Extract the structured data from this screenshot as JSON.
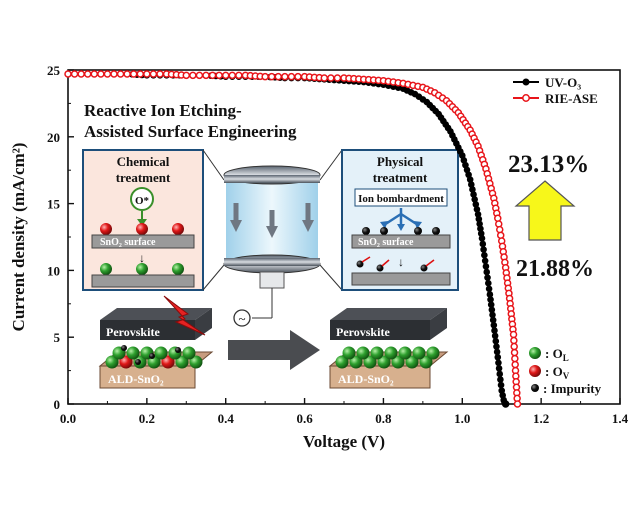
{
  "chart_data": {
    "type": "line",
    "xlabel": "Voltage (V)",
    "ylabel": "Current density (mA/cm²)",
    "xlim": [
      0.0,
      1.4
    ],
    "ylim": [
      0,
      25
    ],
    "x_ticks": [
      "0.0",
      "0.2",
      "0.4",
      "0.6",
      "0.8",
      "1.0",
      "1.2",
      "1.4"
    ],
    "y_ticks": [
      "0",
      "5",
      "10",
      "15",
      "20",
      "25"
    ],
    "legend_position": "top-right",
    "series": [
      {
        "name": "UV-O₃",
        "color": "#000000",
        "marker": "circle",
        "x": [
          0.0,
          0.05,
          0.1,
          0.15,
          0.2,
          0.25,
          0.3,
          0.35,
          0.4,
          0.45,
          0.5,
          0.55,
          0.6,
          0.65,
          0.7,
          0.75,
          0.8,
          0.85,
          0.88,
          0.91,
          0.94,
          0.97,
          1.0,
          1.02,
          1.04,
          1.05,
          1.06,
          1.07,
          1.08,
          1.09,
          1.1,
          1.105,
          1.11
        ],
        "y": [
          24.7,
          24.7,
          24.7,
          24.7,
          24.6,
          24.6,
          24.6,
          24.6,
          24.5,
          24.5,
          24.5,
          24.4,
          24.4,
          24.3,
          24.2,
          24.1,
          23.9,
          23.6,
          23.2,
          22.6,
          21.7,
          20.4,
          18.6,
          16.8,
          14.2,
          12.4,
          10.3,
          8.2,
          5.9,
          3.5,
          1.0,
          0.3,
          0
        ]
      },
      {
        "name": "RIE-ASE",
        "color": "#e8151a",
        "marker": "circle-small",
        "x": [
          0.0,
          0.05,
          0.1,
          0.15,
          0.2,
          0.25,
          0.3,
          0.35,
          0.4,
          0.45,
          0.5,
          0.55,
          0.6,
          0.65,
          0.7,
          0.75,
          0.8,
          0.85,
          0.9,
          0.93,
          0.96,
          0.99,
          1.02,
          1.04,
          1.06,
          1.08,
          1.09,
          1.1,
          1.11,
          1.12,
          1.13,
          1.135,
          1.14
        ],
        "y": [
          24.7,
          24.7,
          24.7,
          24.7,
          24.7,
          24.7,
          24.6,
          24.6,
          24.6,
          24.6,
          24.5,
          24.5,
          24.5,
          24.4,
          24.4,
          24.3,
          24.2,
          24.0,
          23.7,
          23.3,
          22.7,
          21.8,
          20.5,
          19.3,
          17.6,
          15.4,
          13.9,
          12.2,
          10.2,
          7.9,
          5.2,
          2.5,
          0
        ]
      }
    ],
    "annotations": {
      "pce_rie": "23.13%",
      "pce_uv": "21.88%"
    }
  },
  "inset": {
    "title_line1": "Reactive Ion Etching-",
    "title_line2": "Assisted Surface Engineering",
    "chemical_title_line1": "Chemical",
    "chemical_title_line2": "treatment",
    "ozone_label": "O*",
    "sno2_surface_left": "SnO₂ surface",
    "physical_title_line1": "Physical",
    "physical_title_line2": "treatment",
    "ion_bombardment": "Ion bombardment",
    "sno2_surface_right": "SnO₂ surface",
    "perovskite_left": "Perovskite",
    "perovskite_right": "Perovskite",
    "ald_left": "ALD-SnO₂",
    "ald_right": "ALD-SnO₂",
    "ac_symbol": "~"
  },
  "species_legend": [
    {
      "label": ": O",
      "sub": "L",
      "color": "#2e9e2e"
    },
    {
      "label": ": O",
      "sub": "V",
      "color": "#e21b1b"
    },
    {
      "label": ": Impurity",
      "sub": "",
      "color": "#111111"
    }
  ]
}
